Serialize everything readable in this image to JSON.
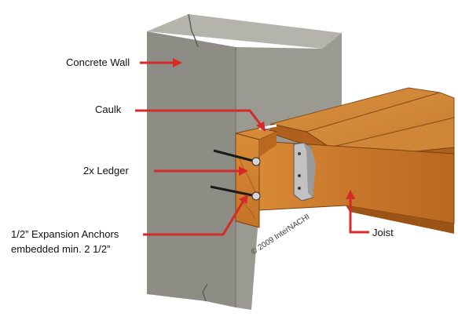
{
  "labels": {
    "concrete_wall": "Concrete Wall",
    "caulk": "Caulk",
    "ledger": "2x Ledger",
    "anchors_line1": "1/2” Expansion Anchors",
    "anchors_line2": "embedded min. 2 1/2”",
    "joist": "Joist"
  },
  "copyright": "© 2009 InterNACHI",
  "colors": {
    "arrow": "#d42a2a",
    "concrete": "#8e8e86",
    "wood": "#c8782a",
    "hanger": "#b9b9b9"
  }
}
